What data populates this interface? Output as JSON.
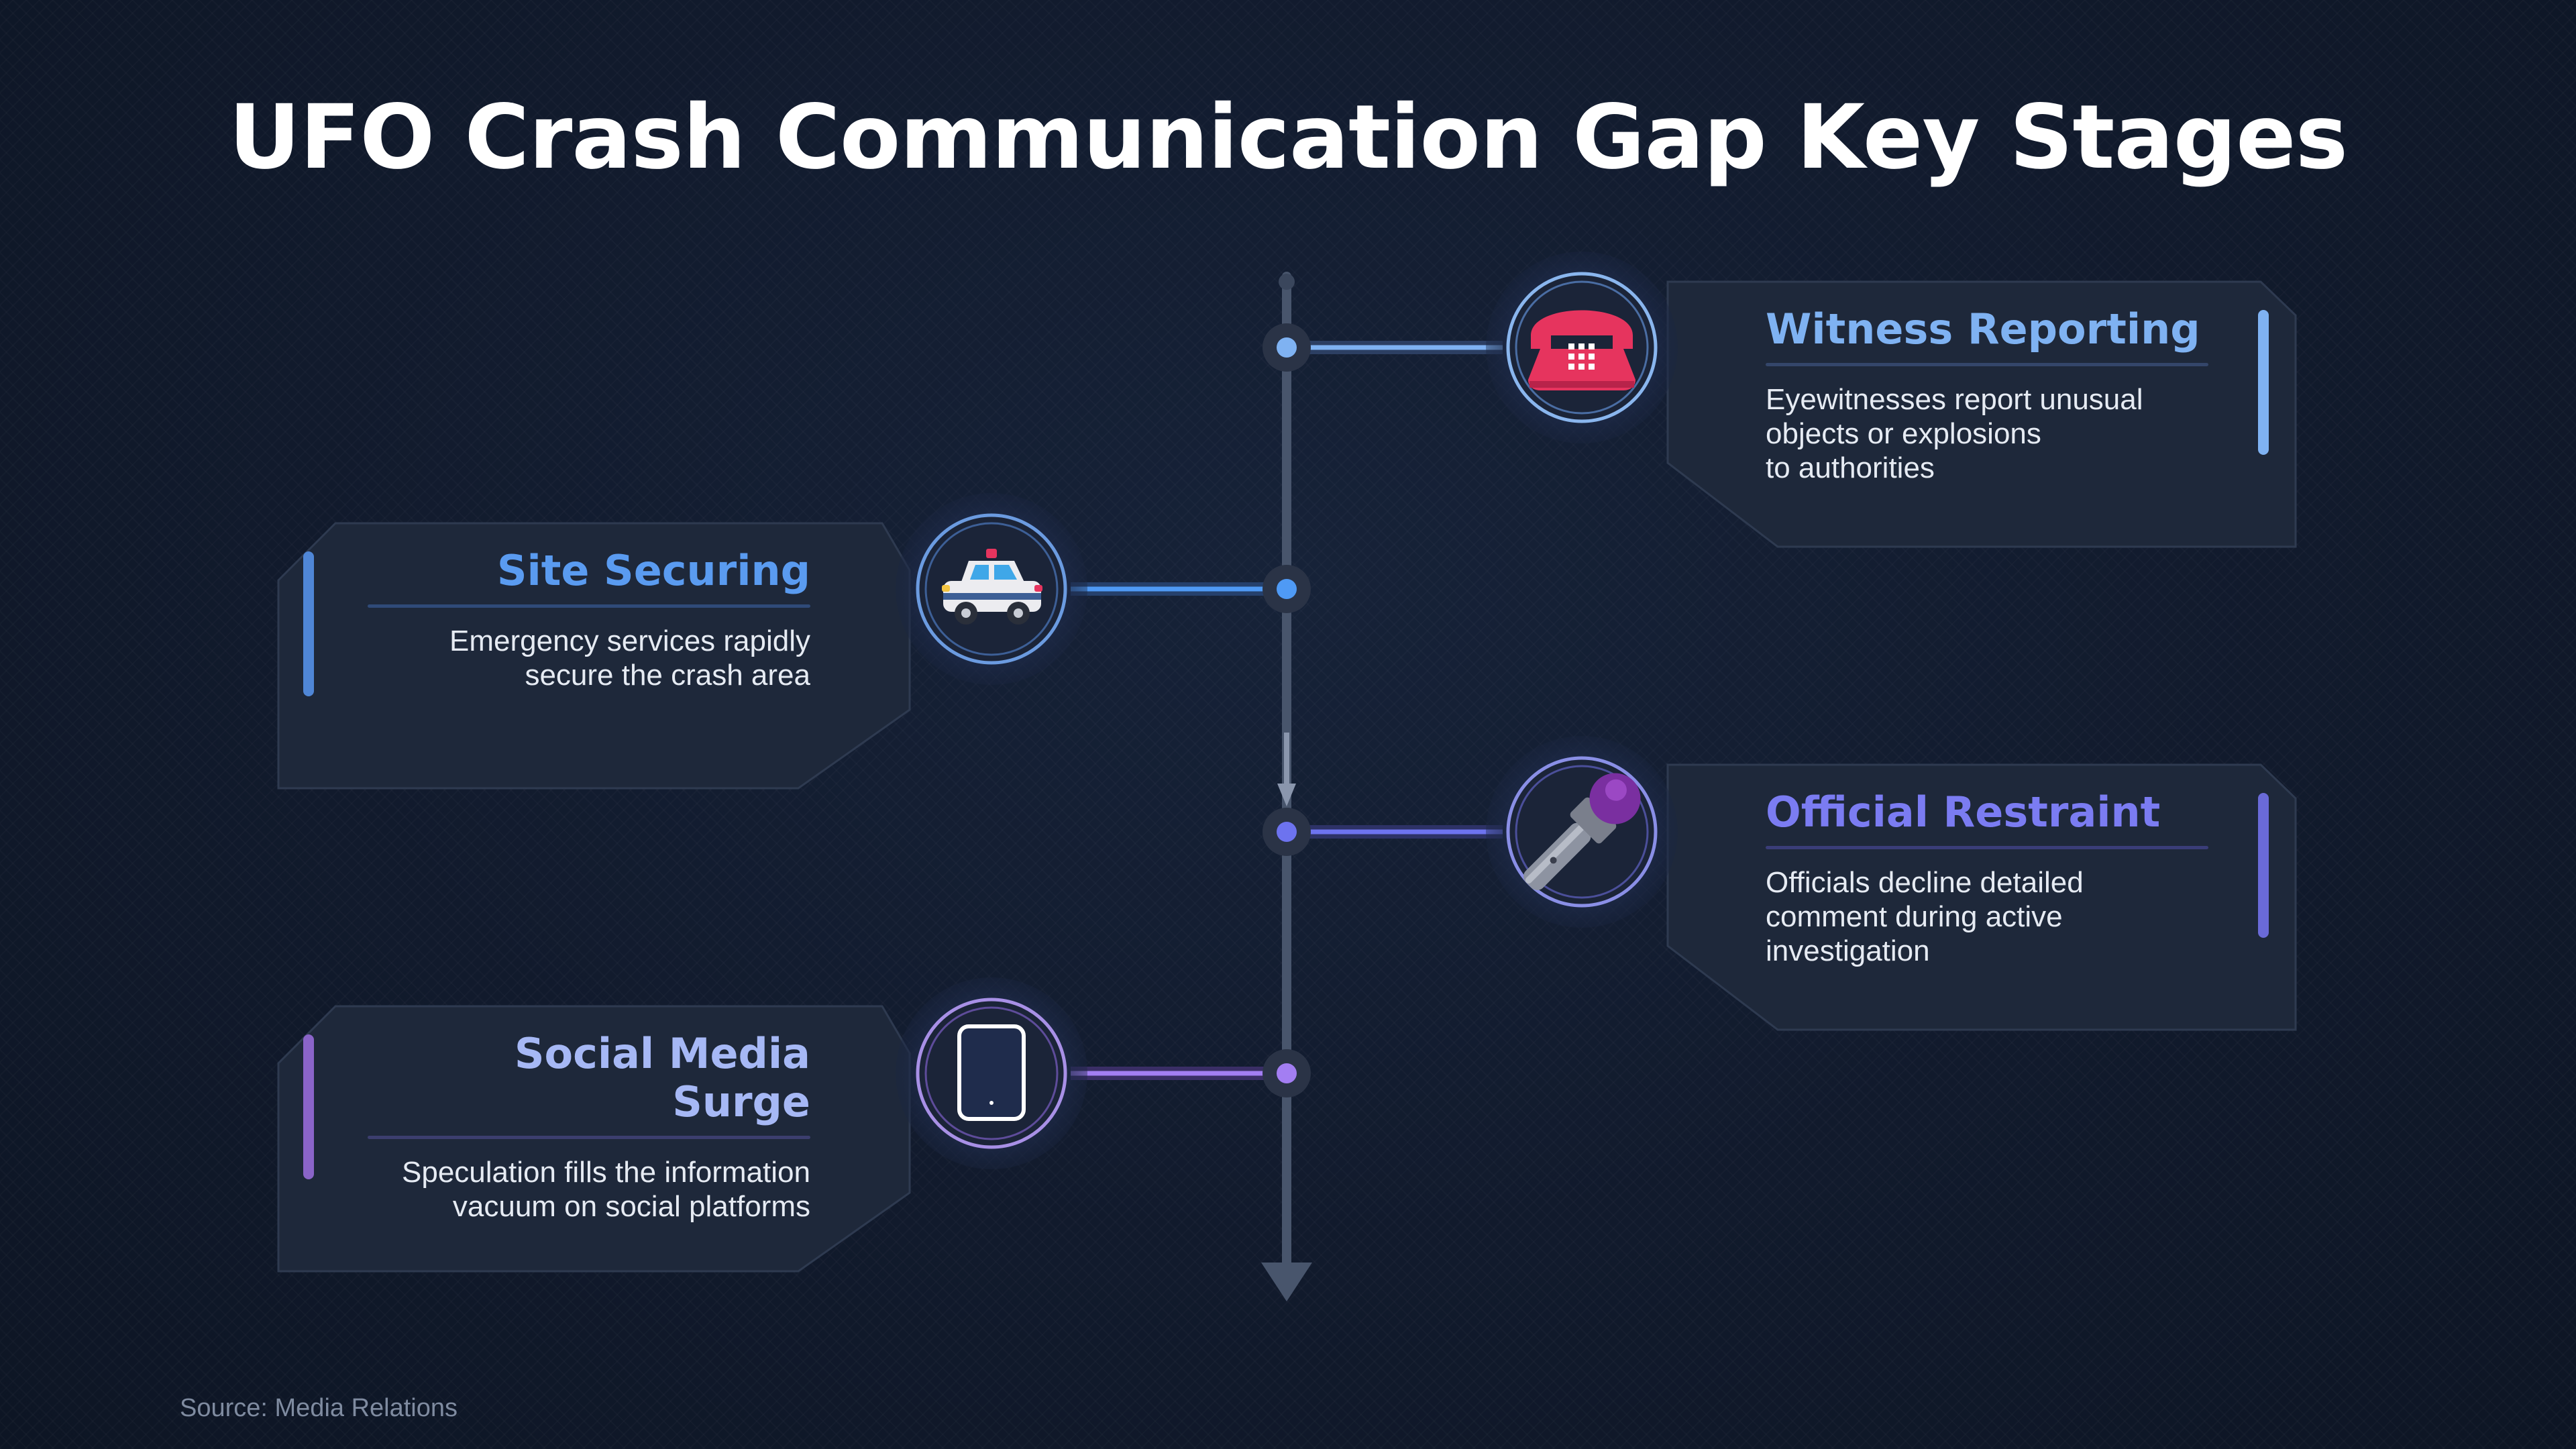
{
  "title": "UFO Crash Communication Gap Key Stages",
  "source": "Source: Media Relations",
  "stages": [
    {
      "title": "Witness Reporting",
      "description": "Eyewitnesses report unusual\nobjects or explosions\nto authorities",
      "icon": "telephone-icon",
      "color": "#7fb2f2",
      "side": "right"
    },
    {
      "title": "Site Securing",
      "description": "Emergency services rapidly\nsecure the crash area",
      "icon": "police-car-icon",
      "color": "#5a9bf0",
      "side": "left"
    },
    {
      "title": "Official Restraint",
      "description": "Officials decline detailed\ncomment during active\ninvestigation",
      "icon": "microphone-icon",
      "color": "#7b7cf2",
      "side": "right"
    },
    {
      "title": "Social Media Surge",
      "description": "Speculation fills the information\nvacuum on social platforms",
      "icon": "mobile-phone-icon",
      "color": "#a68af5",
      "side": "left"
    }
  ]
}
